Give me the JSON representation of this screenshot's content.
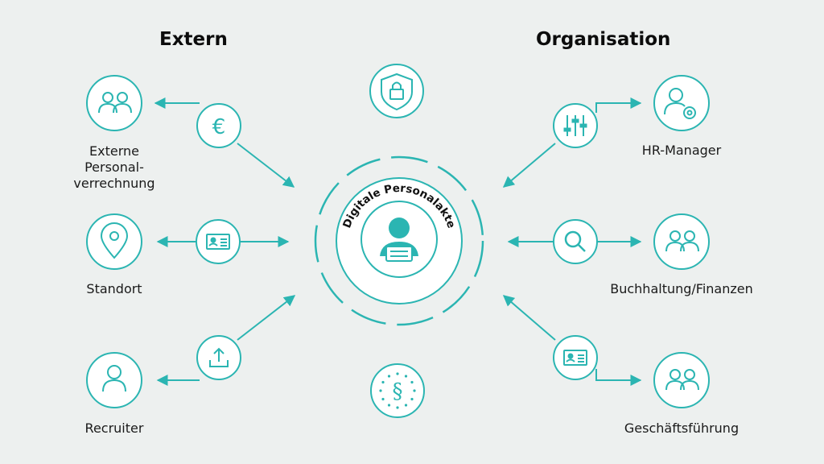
{
  "headers": {
    "left": "Extern",
    "right": "Organisation"
  },
  "center": {
    "title": "Digitale Personalakte"
  },
  "nodes": {
    "externe_personalverrechnung": {
      "lines": [
        "Externe",
        "Personal-",
        "verrechnung"
      ],
      "icon": "users-icon"
    },
    "standort": {
      "label": "Standort",
      "icon": "location-pin-icon"
    },
    "recruiter": {
      "label": "Recruiter",
      "icon": "user-icon"
    },
    "hr_manager": {
      "label": "HR-Manager",
      "icon": "user-gear-icon"
    },
    "buchhaltung": {
      "label": "Buchhaltung/Finanzen",
      "icon": "users-icon"
    },
    "geschaeftsfuehrung": {
      "label": "Geschäftsführung",
      "icon": "users-icon"
    }
  },
  "connectors": {
    "left_top": "euro-icon",
    "left_middle": "id-card-icon",
    "left_bottom": "upload-icon",
    "right_top": "sliders-icon",
    "right_middle": "search-icon",
    "right_bottom": "id-card-icon"
  },
  "decor": {
    "top": "shield-lock-icon",
    "bottom": "paragraph-stars-icon"
  },
  "colors": {
    "accent": "#2bb5b2",
    "ring_fill": "#ffffff",
    "background": "#edf0ef"
  }
}
